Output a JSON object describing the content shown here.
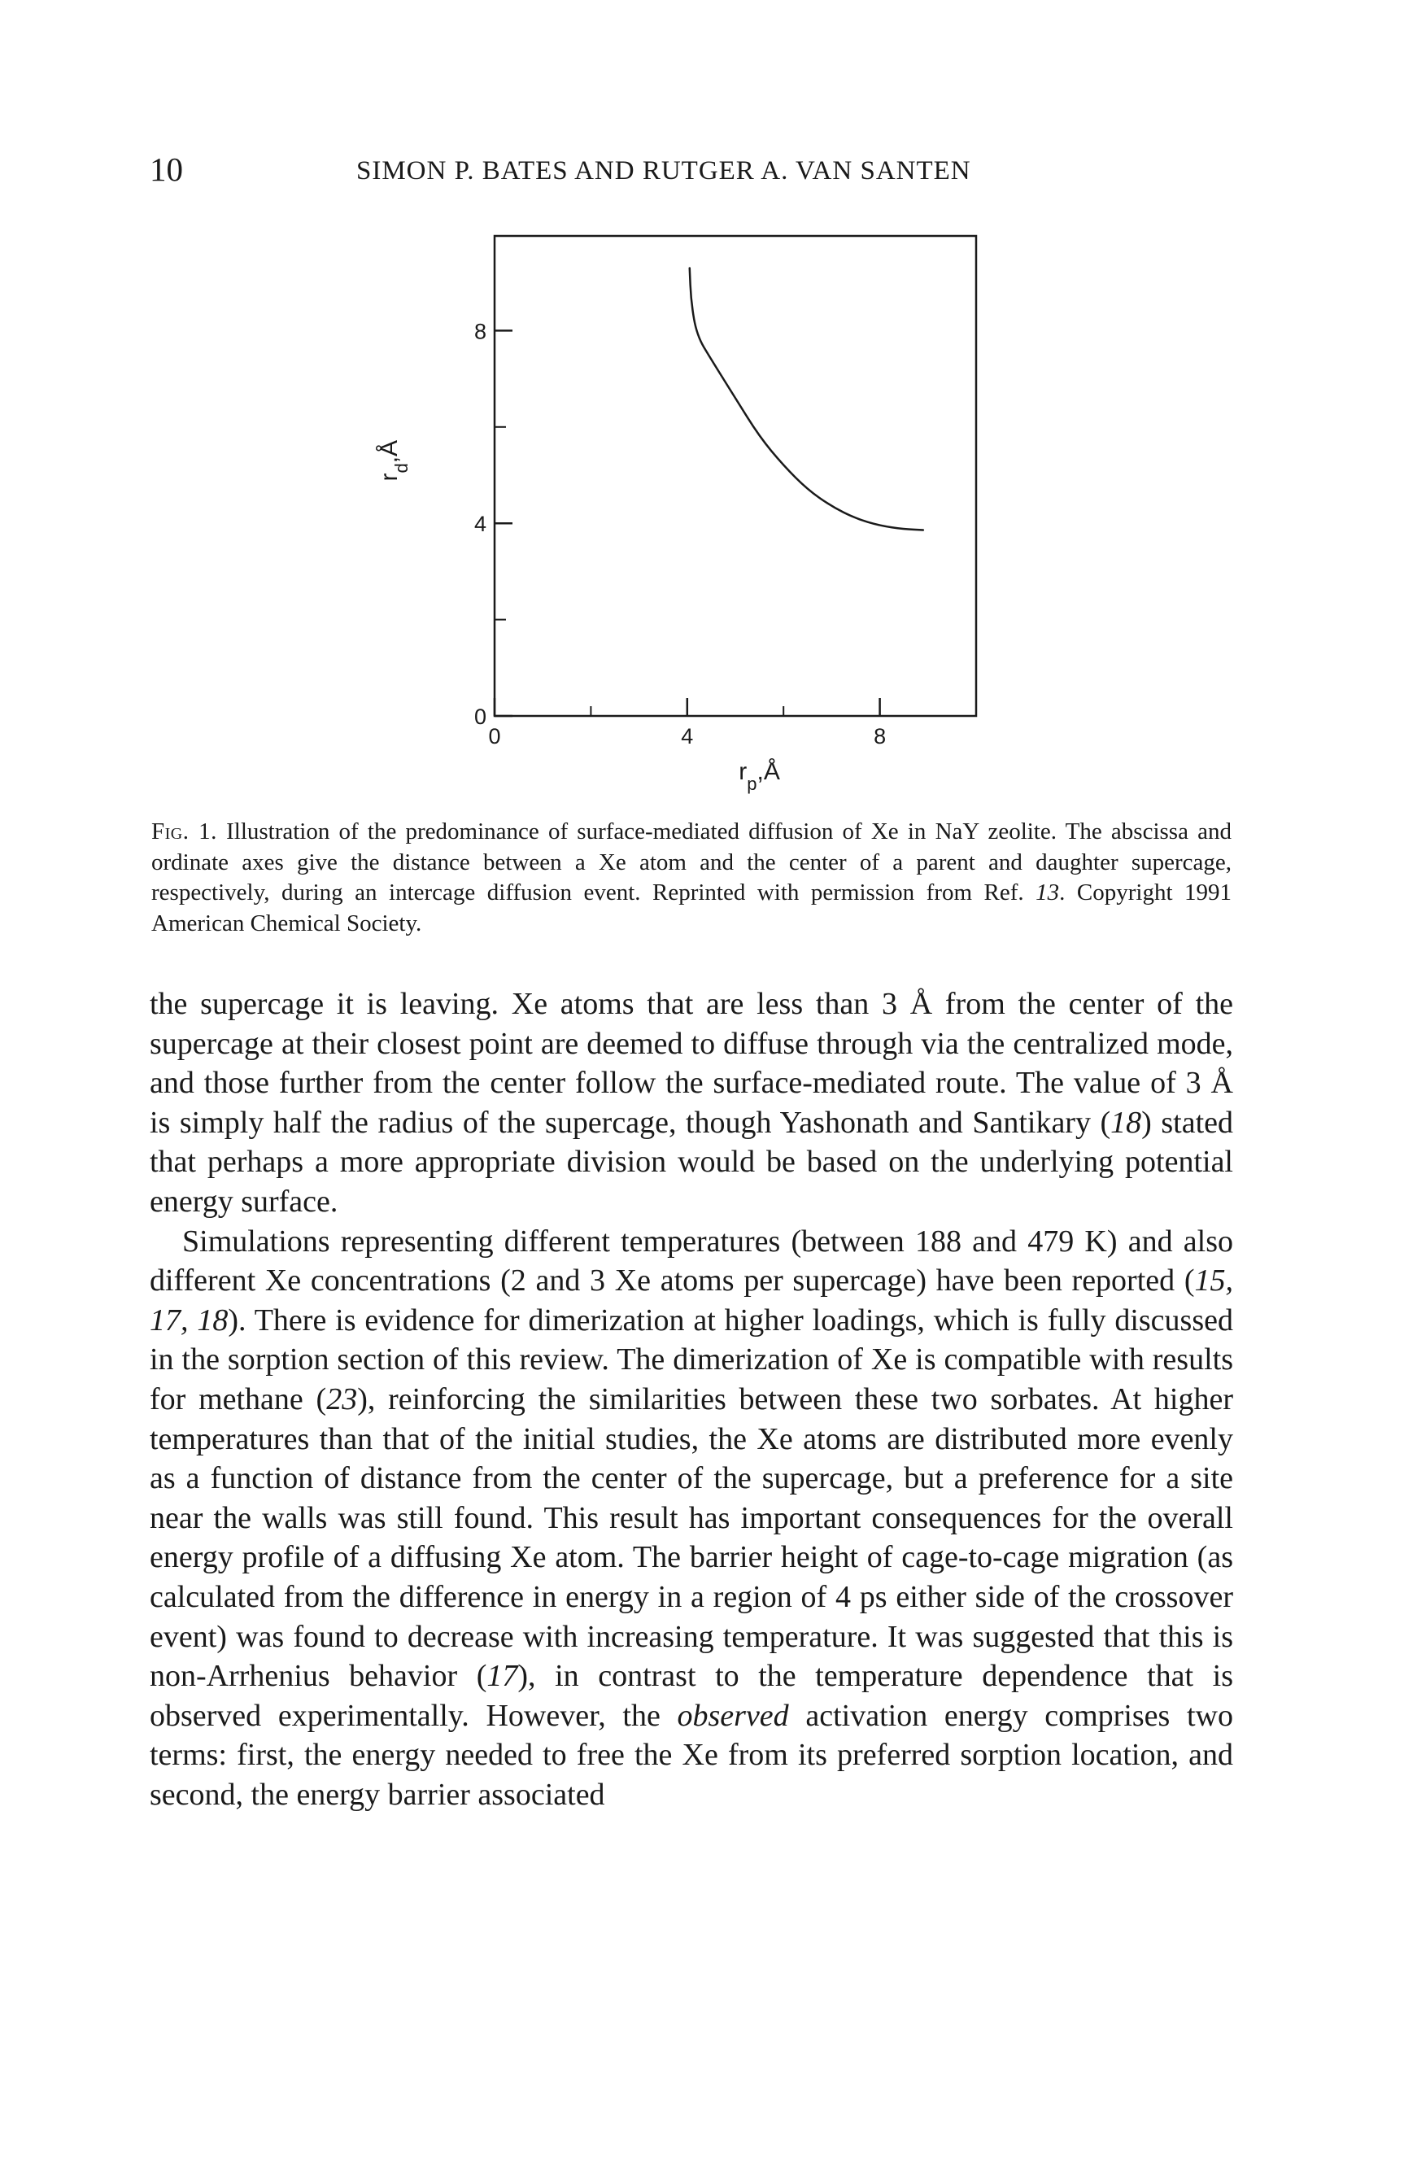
{
  "header": {
    "page_number": "10",
    "running_head": "SIMON P. BATES AND RUTGER A. VAN SANTEN"
  },
  "chart_data": {
    "type": "line",
    "title": "",
    "xlabel": "r_p,Å",
    "ylabel": "r_d,Å",
    "xlim": [
      0,
      10
    ],
    "ylim": [
      0,
      10
    ],
    "x_ticks": [
      0,
      4,
      8
    ],
    "x_minor_ticks": [
      2,
      6
    ],
    "y_ticks": [
      0,
      4,
      8
    ],
    "y_minor_ticks": [
      2,
      6
    ],
    "x_tick_labels": [
      "0",
      "4",
      "8"
    ],
    "y_tick_labels": [
      "0",
      "4",
      "8"
    ],
    "grid": false,
    "series": [
      {
        "x": [
          4.05,
          4.08,
          4.2,
          4.5,
          5.0,
          5.5,
          6.0,
          6.5,
          7.0,
          7.5,
          8.0,
          8.5,
          8.9
        ],
        "y": [
          9.3,
          8.6,
          7.9,
          7.4,
          6.6,
          5.8,
          5.2,
          4.7,
          4.35,
          4.1,
          3.95,
          3.88,
          3.86
        ]
      }
    ]
  },
  "caption": {
    "label": "Fig. 1.",
    "text_1": "Illustration of the predominance of surface-mediated diffusion of Xe in NaY zeolite. The abscissa and ordinate axes give the distance between a Xe atom and the center of a parent and daughter supercage, respectively, during an intercage diffusion event. Reprinted with permission from Ref.",
    "ref": "13",
    "text_2": ". Copyright 1991 American Chemical Society."
  },
  "body": {
    "p1_a": "the supercage it is leaving. Xe atoms that are less than 3 Å from the center of the supercage at their closest point are deemed to diffuse through via the centralized mode, and those further from the center follow the surface-mediated route. The value of 3 Å is simply half the radius of the supercage, though Yashonath and Santikary (",
    "p1_ref": "18",
    "p1_b": ") stated that perhaps a more appropriate division would be based on the underlying potential energy surface.",
    "p2_a": "Simulations representing different temperatures (between 188 and 479 K) and also different Xe concentrations (2 and 3 Xe atoms per supercage) have been reported (",
    "p2_refs": "15, 17, 18",
    "p2_b": "). There is evidence for dimerization at higher loadings, which is fully discussed in the sorption section of this review. The dimerization of Xe is compatible with results for methane (",
    "p2_ref2": "23",
    "p2_c": "), reinforcing the similarities between these two sorbates. At higher temperatures than that of the initial studies, the Xe atoms are distributed more evenly as a function of distance from the center of the supercage, but a preference for a site near the walls was still found. This result has important consequences for the overall energy profile of a diffusing Xe atom. The barrier height of cage-to-cage migration (as calculated from the difference in energy in a region of 4 ps either side of the crossover event) was found to decrease with increasing temperature. It was suggested that this is non-Arrhenius behavior (",
    "p2_ref3": "17",
    "p2_d": "), in contrast to the temperature dependence that is observed experimentally. However, the ",
    "p2_em": "observed",
    "p2_e": " activation energy comprises two terms: first, the energy needed to free the Xe from its preferred sorption location, and second, the energy barrier associated"
  }
}
